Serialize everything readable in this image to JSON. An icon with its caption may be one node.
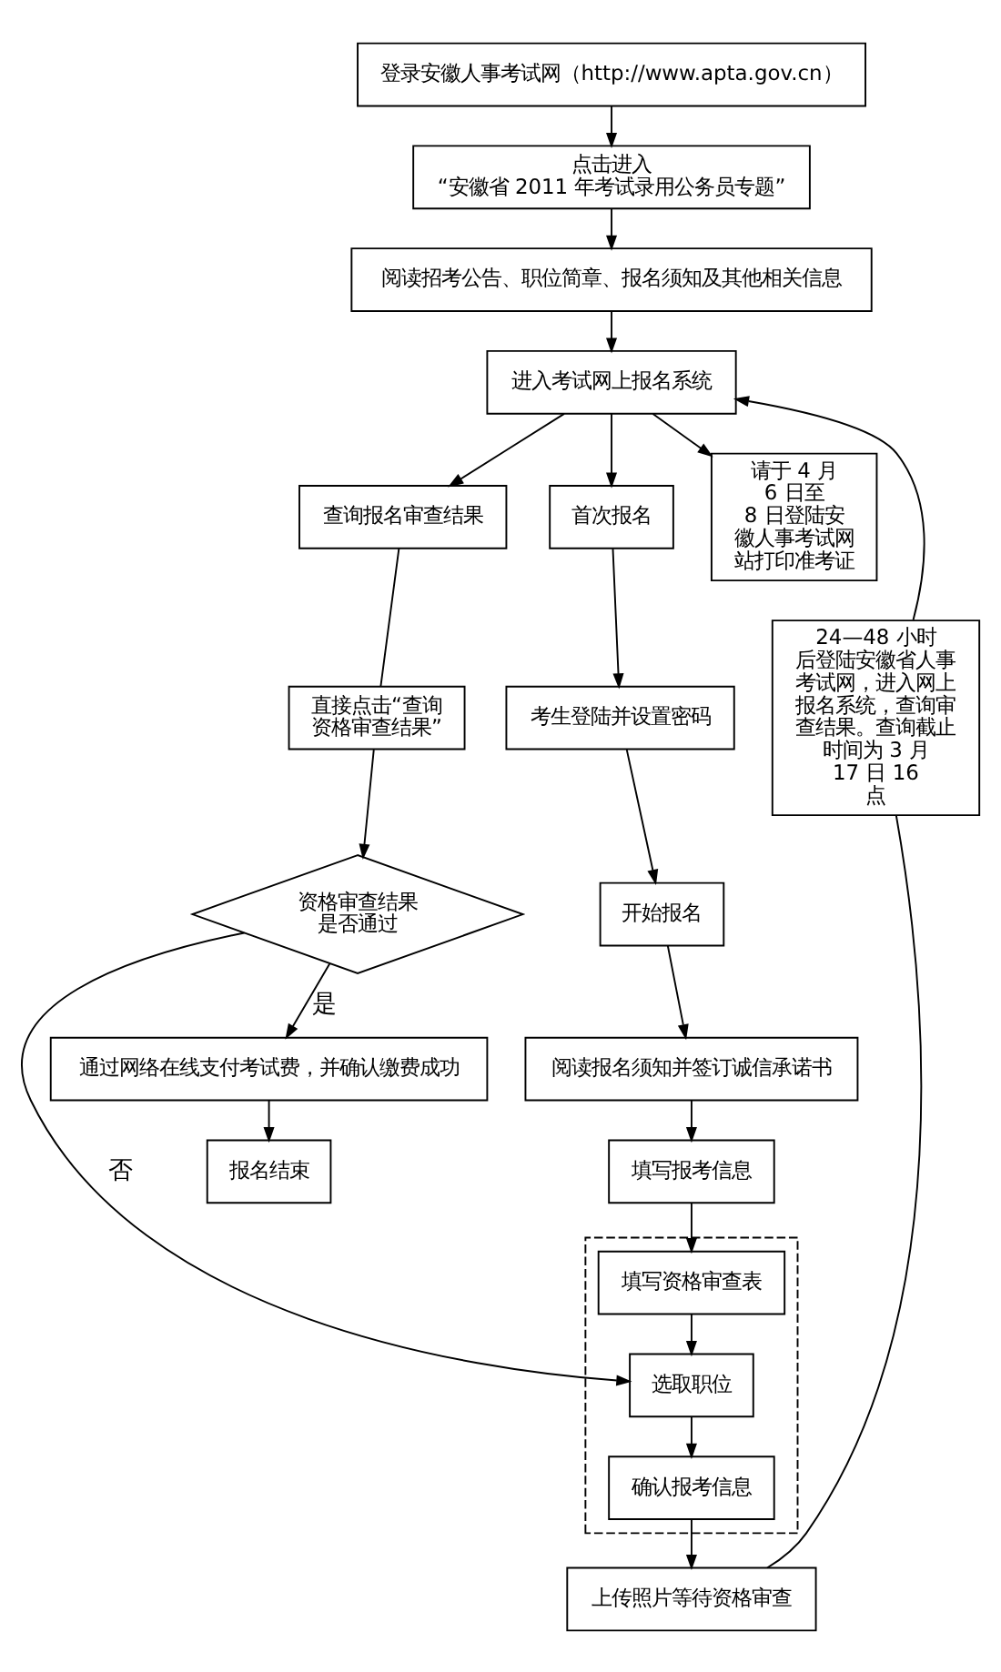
{
  "diagram": {
    "nodes": [
      {
        "text": [
          "登录安徽人事考试网（http://www.apta.gov.cn）"
        ]
      },
      {
        "text": [
          "点击进入",
          "“安徽省 2011 年考试录用公务员专题”"
        ]
      },
      {
        "text": [
          "阅读招考公告、职位简章、报名须知及其他相关信息"
        ]
      },
      {
        "text": [
          "进入考试网上报名系统"
        ]
      },
      {
        "text": [
          "查询报名审查结果"
        ]
      },
      {
        "text": [
          "直接点击“查询资格审查结果”"
        ]
      },
      {
        "text": [
          "24—48 小时后登陆安徽省人事考试网，进入网上报名系统，查询审查结果。查询截止时间为 3 月 17 日 16 点"
        ]
      },
      {
        "text": [
          "首次报名"
        ]
      },
      {
        "text": [
          "考生登陆并设置密码"
        ]
      },
      {
        "text": [
          "开始报名"
        ]
      },
      {
        "text": [
          "阅读报名须知并签订诚信承诺书"
        ]
      },
      {
        "text": [
          "填写报考信息"
        ]
      },
      {
        "text": [],
        "shape": "box"
      },
      {
        "text": [
          "填写资格审查表"
        ],
        "in": 12
      },
      {
        "text": [
          "选取职位"
        ],
        "in": 12
      },
      {
        "text": [
          "确认报考信息"
        ],
        "in": 12
      },
      {
        "text": [
          "请于 4 月 6 日至 8 日登陆安徽人事考试网站打印准考证"
        ]
      },
      {
        "text": [
          "上传照片等待资格审查"
        ]
      },
      {
        "text": [
          "资格审查结果是否通过"
        ]
      },
      {
        "text": [
          "通过网络在线支付考试费，并确认缴费成功"
        ]
      },
      {
        "text": [
          "报名结束"
        ]
      }
    ],
    "edges": [
      {
        "from": 0,
        "to": 1,
        "arrow": "to"
      },
      {
        "from": 1,
        "to": 2,
        "arrow": "to"
      },
      {
        "from": 2,
        "to": 3,
        "arrow": "to"
      },
      {
        "from": 3,
        "to": 4,
        "arrow": "to"
      },
      {
        "from": 3,
        "to": 7,
        "arrow": "to"
      },
      {
        "from": 3,
        "to": 16,
        "arrow": "to"
      },
      {
        "from": 4,
        "to": 5,
        "arrow": "none"
      },
      {
        "from": 7,
        "to": 8,
        "arrow": "to"
      },
      {
        "from": 8,
        "to": 9,
        "arrow": "to"
      },
      {
        "from": 9,
        "to": 10,
        "arrow": "to"
      },
      {
        "from": 10,
        "to": 11,
        "arrow": "to"
      },
      {
        "from": 11,
        "to": 13,
        "arrow": "to"
      },
      {
        "from": 13,
        "to": 14,
        "arrow": "to"
      },
      {
        "from": 14,
        "to": 15,
        "arrow": "to"
      },
      {
        "from": 15,
        "to": 17,
        "arrow": "to"
      },
      {
        "from": 17,
        "to": 6,
        "arrow": "none"
      },
      {
        "from": 6,
        "to": 3,
        "arrow": "to"
      },
      {
        "from": 5,
        "to": 18,
        "arrow": "to"
      },
      {
        "from": 18,
        "to": 14,
        "label": "否",
        "arrow": "to"
      },
      {
        "from": 18,
        "to": 19,
        "label": "是",
        "arrow": "to"
      },
      {
        "from": 19,
        "to": 20,
        "arrow": "to"
      }
    ]
  }
}
